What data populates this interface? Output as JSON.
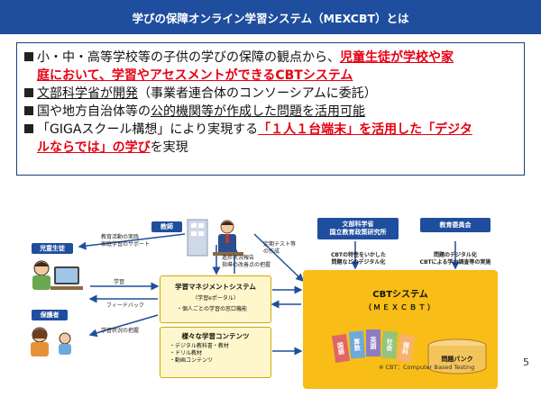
{
  "title": "学びの保障オンライン学習システム（MEXCBT）とは",
  "bullets": {
    "b1_text1": "小・中・高等学校等の子供の学びの保障の観点から、",
    "b1_red1": "児童生徒が学校や家",
    "b1_red2": "庭において、学習やアセスメントができるCBTシステム",
    "b2_u": "文部科学省が開発",
    "b2_rest": "（事業者連合体のコンソーシアムに委託）",
    "b3_text1": "国や地方自治体等の",
    "b3_u": "公的機関等が作成した問題を活用可能",
    "b4_text1": "「GIGAスクール構想」により実現する",
    "b4_red1": "「１人１台端末」を活用した「デジタ",
    "b4_red2": "ルならでは」の学び",
    "b4_rest": "を実現"
  },
  "diagram": {
    "teacher": "教師",
    "student": "児童生徒",
    "guardian": "保護者",
    "mext": "文部科学省",
    "nier": "国立教育政策研究所",
    "board": "教育委員会",
    "support": "教育活動の実践\n家庭学習のサポート",
    "test_make": "定期テスト等\nの作成",
    "progress": "進捗状況報告\n指導の改善点の把握",
    "learning": "学習",
    "feedback": "フィードバック",
    "grasp": "学習状況の把握",
    "system_title": "学習マネジメントシステム",
    "system_sub": "（学習eポータル）",
    "system_item": "・個人ごとの学習の窓口機能",
    "contents_title": "様々な学習コンテンツ",
    "contents_items": [
      "・デジタル教科書・教材",
      "・ドリル教材",
      "・動画コンテンツ"
    ],
    "mext_note": "CBTの特性をいかした\n問題などのデジタル化",
    "board_note": "問題のデジタル化\nCBTによる学力調査等の実施",
    "cbt_title": "CBTシステム",
    "cbt_sub": "（ＭＥＸＣＢＴ）",
    "subjects": [
      "国語",
      "算数",
      "英語",
      "社会",
      "理科"
    ],
    "bank": "問題バンク"
  },
  "footnote": "※ CBT：Computer Based Testing",
  "page_number": "5",
  "colors": {
    "title_bg": "#1f4e9e",
    "red": "#e60012",
    "cbt_orange": "#f8bd16",
    "system_fill": "#fff7cc",
    "system_border": "#d8a600"
  }
}
